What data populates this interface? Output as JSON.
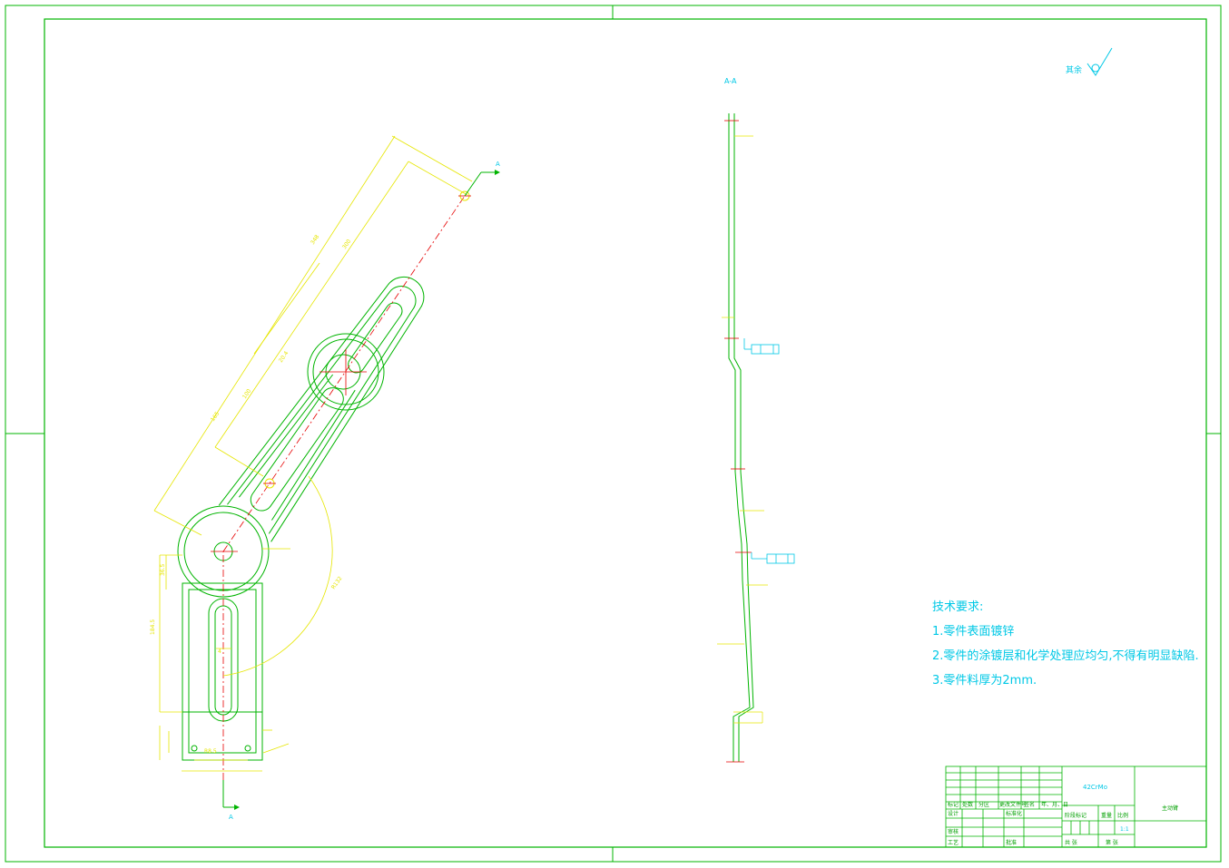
{
  "section_label": "A-A",
  "section_marker_top": "A",
  "section_marker_bottom": "A",
  "roughness_note": "其余",
  "tech_requirements": {
    "title": "技术要求:",
    "items": [
      "1.零件表面镀锌",
      "2.零件的涂镀层和化学处理应均匀,不得有明显缺陷.",
      "3.零件料厚为2mm."
    ]
  },
  "title_block": {
    "material": "42CrMo",
    "part_name": "主动臂",
    "scale": "1:1",
    "row_labels": [
      "标记",
      "处数",
      "分区",
      "更改文件号",
      "签名",
      "年、月、日"
    ],
    "design_label": "设计",
    "standard_label": "标准化",
    "check_label": "审核",
    "process_label": "工艺",
    "approve_label": "批准",
    "stage_label": "阶段标记",
    "weight_label": "重量",
    "scale_label": "比例",
    "sheet_label": "共 张",
    "page_label": "第 张"
  },
  "colors": {
    "background": "#ffffff",
    "border": "#00b400",
    "outline": "#00b400",
    "dimension": "#e6e600",
    "centerline": "#e60000",
    "annotation": "#00c8e6"
  }
}
